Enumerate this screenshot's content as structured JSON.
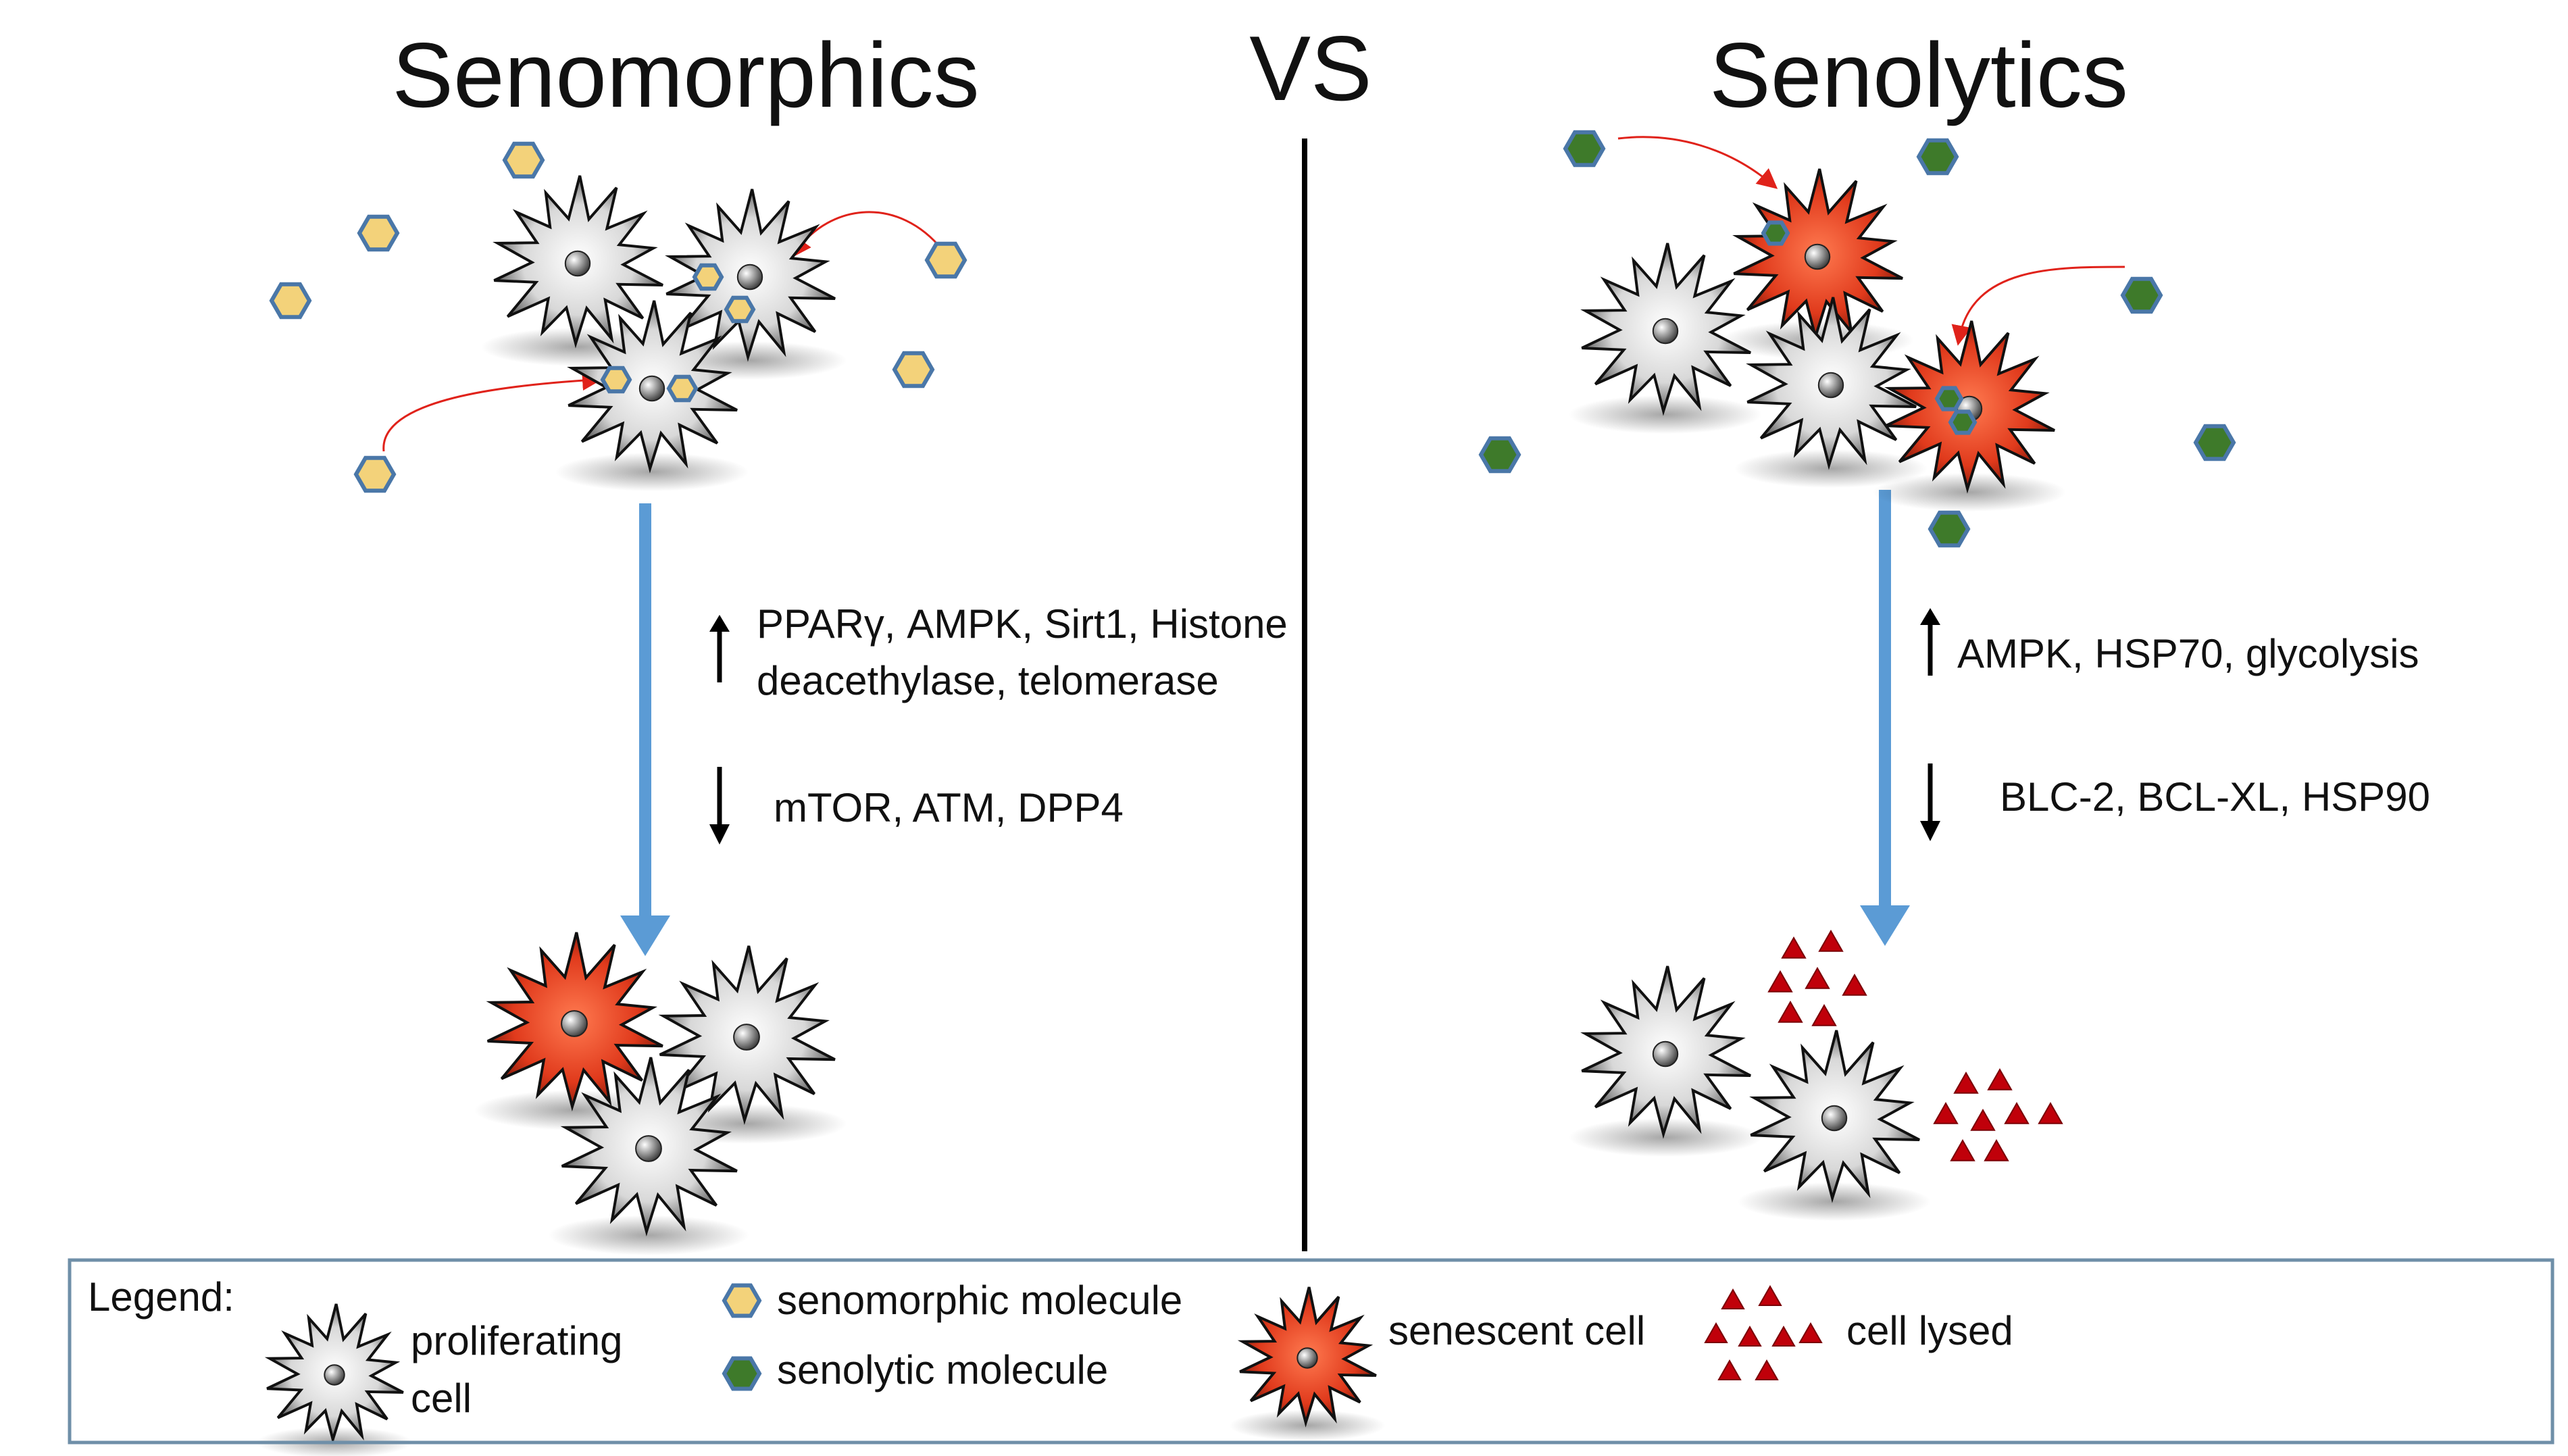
{
  "titles": {
    "left": "Senomorphics",
    "center": "VS",
    "right": "Senolytics"
  },
  "senomorphics": {
    "up_line1": "PPARγ, AMPK, Sirt1, Histone",
    "up_line2": "deacethylase, telomerase",
    "down": "mTOR, ATM, DPP4"
  },
  "senolytics": {
    "up": "AMPK, HSP70, glycolysis",
    "down": "BLC-2, BCL-XL, HSP90"
  },
  "legend": {
    "heading": "Legend:",
    "proliferating_line1": "proliferating",
    "proliferating_line2": "cell",
    "senomorphic": "senomorphic molecule",
    "senolytic": "senolytic molecule",
    "senescent": "senescent cell",
    "lysed": "cell lysed"
  },
  "colors": {
    "arrow_blue": "#5b9bd5",
    "senescent_red": "#e03a1c",
    "senomorphic_fill": "#f3d27a",
    "senolytic_fill": "#3e7a2a",
    "molecule_edge": "#4a77a8",
    "lysed_red": "#c0000a",
    "legend_border": "#6f8fa8"
  }
}
